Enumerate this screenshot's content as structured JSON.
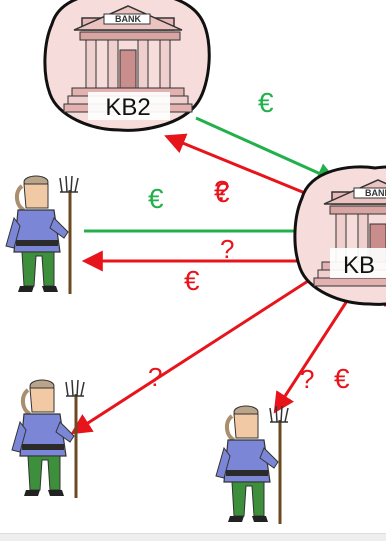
{
  "banks": {
    "kb2": {
      "label": "KB2",
      "sign": "BANK"
    },
    "kb": {
      "label": "KB",
      "sign": "BANK"
    }
  },
  "flows": {
    "kb2_to_kb": "€",
    "kb_to_kb2_overlap_a": "?",
    "kb_to_kb2_overlap_b": "€",
    "farmer_to_kb": "€",
    "kb_to_farmer_top": "?",
    "kb_to_farmer_bottom": "€",
    "kb_to_farmer_left": "?",
    "kb_to_farmer_mid": "?",
    "kb_to_right": "€"
  },
  "colors": {
    "euro_arrow": "#22b04b",
    "question_arrow": "#e8141b",
    "bank_fill": "#f3c9c7",
    "farmer_coat": "#7b86d6",
    "farmer_pants": "#3d8f3b"
  }
}
